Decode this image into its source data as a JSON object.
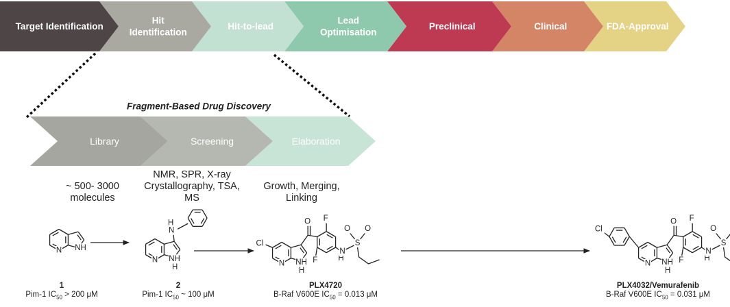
{
  "pipeline": [
    {
      "label": "Target Identification",
      "fill": "#4e4547",
      "text": "#ffffff",
      "bold": true
    },
    {
      "label": "Hit\nIdentification",
      "fill": "#a9a8a1",
      "text": "#ffffff",
      "bold": true
    },
    {
      "label": "Hit-to-lead",
      "fill": "#c2e1d3",
      "text": "#ffffff",
      "bold": true
    },
    {
      "label": "Lead\nOptimisation",
      "fill": "#8ec9ae",
      "text": "#ffffff",
      "bold": true
    },
    {
      "label": "Preclinical",
      "fill": "#be3a52",
      "text": "#ffffff",
      "bold": true
    },
    {
      "label": "Clinical",
      "fill": "#d38566",
      "text": "#ffffff",
      "bold": true
    },
    {
      "label": "FDA-Approval",
      "fill": "#e4d285",
      "text": "#ffffff",
      "bold": true
    }
  ],
  "fbdd": {
    "title": "Fragment-Based Drug Discovery",
    "stages": [
      {
        "label": "Library",
        "fill": "#a6a6a0"
      },
      {
        "label": "Screening",
        "fill": "#b5b8b1"
      },
      {
        "label": "Elaboration",
        "fill": "#c8e4d6"
      }
    ],
    "descriptions": [
      "~ 500- 3000\nmolecules",
      "NMR, SPR, X-ray\nCrystallography, TSA,\nMS",
      "Growth, Merging,\nLinking"
    ]
  },
  "compounds": [
    {
      "name": "1",
      "prefix": "Pim-1 IC",
      "sub": "50",
      "value": " > 200 μM"
    },
    {
      "name": "2",
      "prefix": "Pim-1 IC",
      "sub": "50",
      "value": " ~ 100 μM"
    },
    {
      "name": "PLX4720",
      "prefix": "B-Raf V600E IC",
      "sub": "50",
      "value": " = 0.013 μM"
    },
    {
      "name": "PLX4032/Vemurafenib",
      "prefix": "B-Raf V600E IC",
      "sub": "50",
      "value": " = 0.031 μM"
    }
  ],
  "atoms": {
    "n": "N",
    "h": "H",
    "nh": "NH",
    "nh_right": "HN",
    "o": "O",
    "s": "S",
    "f": "F",
    "cl": "Cl"
  }
}
